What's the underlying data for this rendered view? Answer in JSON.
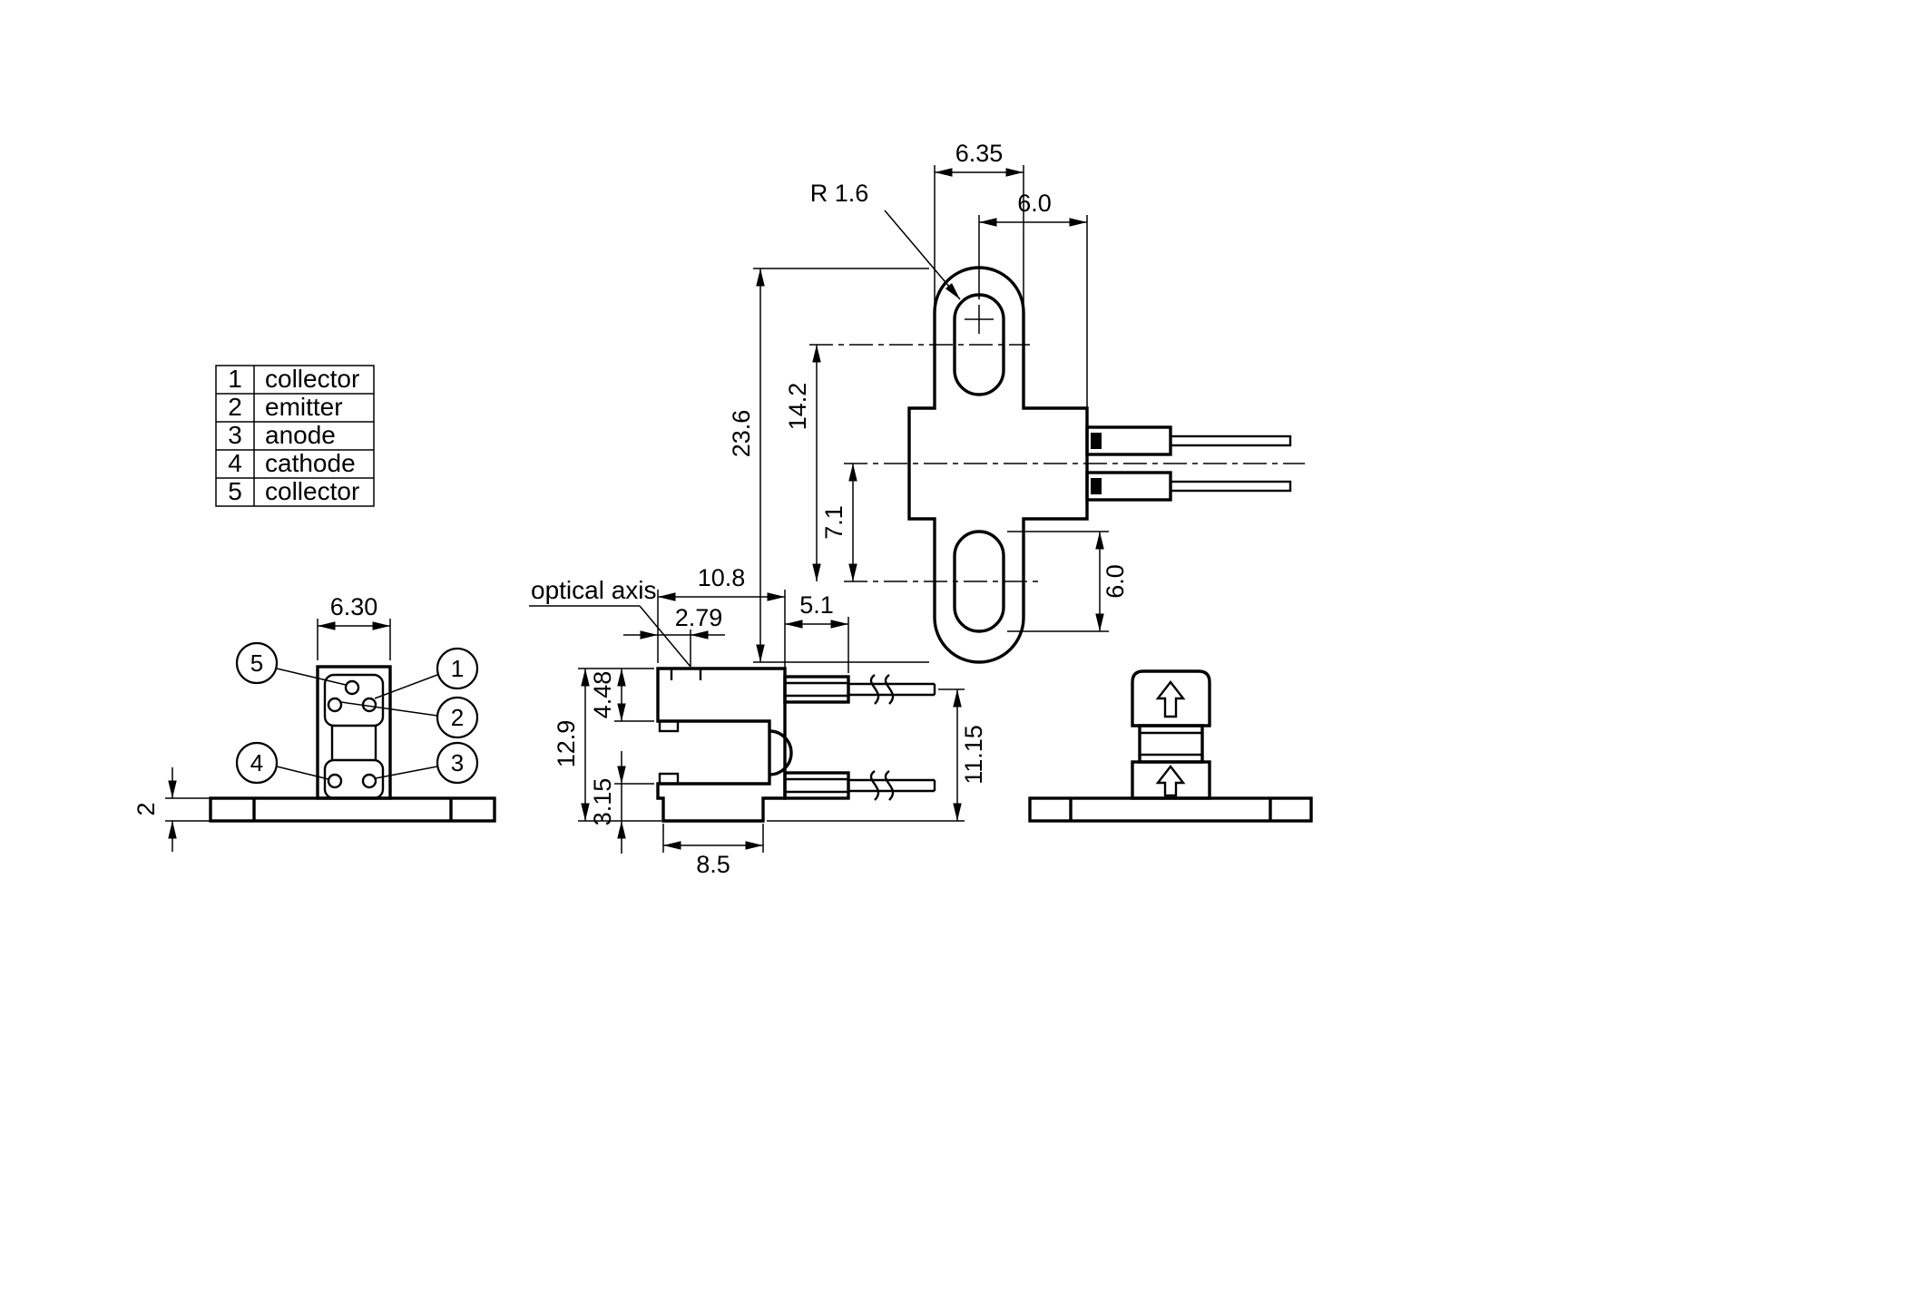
{
  "pin_table": {
    "rows": [
      {
        "num": "1",
        "name": "collector"
      },
      {
        "num": "2",
        "name": "emitter"
      },
      {
        "num": "3",
        "name": "anode"
      },
      {
        "num": "4",
        "name": "cathode"
      },
      {
        "num": "5",
        "name": "collector"
      }
    ]
  },
  "top_view": {
    "dim_tab_width": "6.35",
    "dim_lead_offset": "6.0",
    "radius_callout": "R 1.6",
    "dim_overall_height": "23.6",
    "dim_hole_spacing": "14.2",
    "dim_axis_to_hole": "7.1",
    "dim_slot_length": "6.0"
  },
  "front_view": {
    "dim_body_width": "6.30",
    "dim_base_thickness": "2",
    "pin_balloons": {
      "p1": "1",
      "p2": "2",
      "p3": "3",
      "p4": "4",
      "p5": "5"
    }
  },
  "side_view": {
    "optical_axis_label": "optical axis",
    "dim_overall_depth": "10.8",
    "dim_optical_axis_offset": "2.79",
    "dim_lead_block": "5.1",
    "dim_overall_height": "12.9",
    "dim_top_arm": "4.48",
    "dim_bottom_arm": "3.15",
    "dim_base_depth": "8.5",
    "dim_lead_to_base": "11.15"
  }
}
